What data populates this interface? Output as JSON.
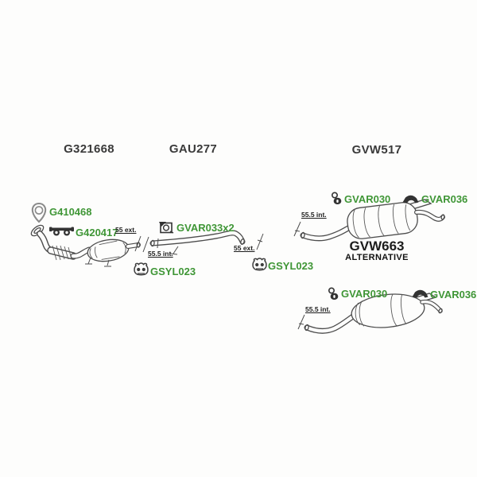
{
  "colors": {
    "label_green": "#3f9636",
    "header_ink": "#3a3a3a",
    "line_art": "#4c4c4c",
    "background": "#fdfdfc"
  },
  "headers": [
    {
      "id": "front-pipe-section",
      "label": "G321668"
    },
    {
      "id": "center-pipe-section",
      "label": "GAU277"
    },
    {
      "id": "rear-silencer-section",
      "label": "GVW517"
    }
  ],
  "part_labels": [
    {
      "id": "gasket",
      "label": "G410468",
      "icon": "gasket-icon"
    },
    {
      "id": "flange-gasket",
      "label": "G420417",
      "icon": "flange-gasket-icon"
    },
    {
      "id": "mounting-bracket",
      "label": "GVAR033x2",
      "icon": "mounting-bracket-icon"
    },
    {
      "id": "rubber-mount-front",
      "label": "GSYL023",
      "icon": "rubber-mount-icon"
    },
    {
      "id": "rubber-mount-center",
      "label": "GSYL023",
      "icon": "rubber-mount-icon"
    },
    {
      "id": "rubber-hanger-top",
      "label": "GVAR030",
      "icon": "rubber-hanger-icon"
    },
    {
      "id": "saddle-bracket-top",
      "label": "GVAR036",
      "icon": "saddle-bracket-icon"
    },
    {
      "id": "rubber-hanger-alt",
      "label": "GVAR030",
      "icon": "rubber-hanger-icon"
    },
    {
      "id": "saddle-bracket-alt",
      "label": "GVAR036",
      "icon": "saddle-bracket-icon"
    }
  ],
  "measurements": [
    {
      "id": "front-pipe-outlet",
      "label": "55 ext."
    },
    {
      "id": "center-pipe-inlet",
      "label": "55.5 int."
    },
    {
      "id": "center-pipe-outlet",
      "label": "55 ext."
    },
    {
      "id": "rear-silencer-inlet",
      "label": "55.5 int."
    },
    {
      "id": "alt-silencer-inlet",
      "label": "55.5 int."
    }
  ],
  "alternative": {
    "code": "GVW663",
    "note": "ALTERNATIVE"
  }
}
